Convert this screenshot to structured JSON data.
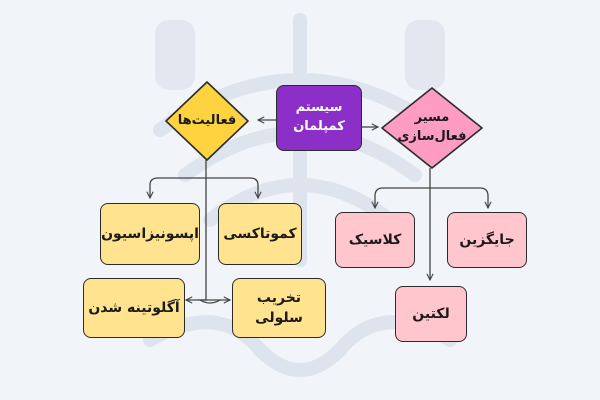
{
  "diagram": {
    "center": "سیستم کمپلمان",
    "activities": {
      "label": "فعالیت‌ها",
      "items": [
        "اپسونیزاسیون",
        "کموتاکسی",
        "آگلوتینه شدن",
        "تخریب سلولی"
      ]
    },
    "pathways": {
      "label": "مسیر فعال‌سازی",
      "items": [
        "کلاسیک",
        "جایگزین",
        "لکتین"
      ]
    }
  },
  "colors": {
    "center": "#8c2fc9",
    "diamond_activities": "#ffd23f",
    "diamond_pathways": "#ff9cc2",
    "activity_box": "#ffe38f",
    "pathway_box": "#ffc6cd",
    "watermark": "#dfe5ee"
  }
}
